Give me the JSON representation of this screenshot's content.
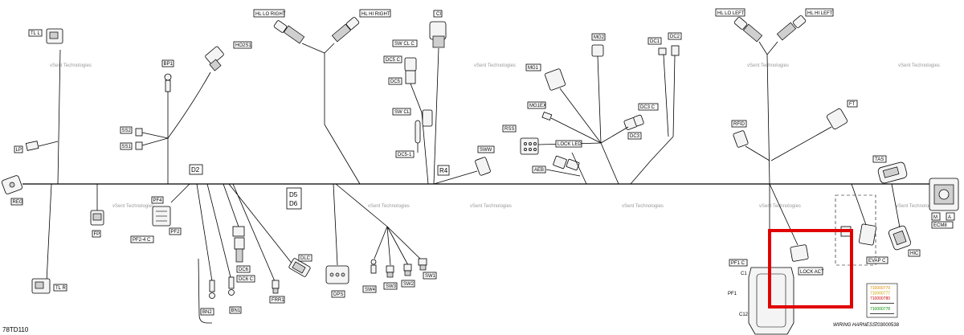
{
  "diagram_id": "78TD110",
  "wiring_harness": {
    "label": "WIRING HARNESS :",
    "part_number": "703000538"
  },
  "watermark": "vSent Technologies",
  "highlight_color": "#e10000",
  "labels": {
    "tl_l": "TL L",
    "tl_r": "TL R",
    "lp": "LP",
    "reg": "REG",
    "bp1": "BP1",
    "ho2s1": "HO2S1",
    "ss2": "SS2",
    "ss1": "SS1",
    "hl_lo_right": "HL LO RIGHT",
    "hl_hi_right": "HL HI RIGHT",
    "ci": "CI",
    "sw_cl_c": "SW CL C",
    "dc5_c": "DC5 C",
    "dc5": "DC5",
    "sw_cl": "SW CL",
    "dc5_1": "DC5-1",
    "r4": "R4",
    "sww": "SWW",
    "mg2": "MG2",
    "mg1": "MG1",
    "mg1ex": "MG1EX",
    "rss": "RSS",
    "lock_led": "LOCK LED",
    "aeb": "AEB",
    "dc1": "DC1",
    "dc2": "DC2",
    "dc3_c": "DC3 C",
    "dc3": "DC3",
    "hl_lo_left": "HL LO LEFT",
    "hl_hi_left": "HL HI LEFT",
    "ft": "FT",
    "rfid": "RFID",
    "tas": "TAS",
    "m": "M",
    "a": "A",
    "ecm8": "ECM8",
    "d2": "D2",
    "d5": "D5",
    "d6": "D6",
    "pf4": "PF4",
    "pf2_4_c": "PF2-4 C",
    "pf2": "PF2",
    "fp": "FP",
    "bn2": "BN2",
    "bn1": "BN1",
    "dc6": "DC6",
    "dc6_c": "DC6 C",
    "dlc": "DLC",
    "frr1": "FRR1",
    "dps": "DPS",
    "sw4": "SW4",
    "sw3": "SW3",
    "sw2": "SW2",
    "sw1": "SW1",
    "pf1_c": "PF1 C",
    "pf1": "PF1",
    "c1": "C1",
    "c12": "C12",
    "lock_act": "LOCK ACT",
    "evap_c": "EVAP C",
    "hic": "HIC"
  },
  "legend_codes": [
    {
      "text": "710000779",
      "color": "#e08a00"
    },
    {
      "text": "710000777",
      "color": "#c8a000"
    },
    {
      "text": "710000780",
      "color": "#d00000"
    },
    {
      "text": "",
      "color": "#000000"
    },
    {
      "text": "710000778",
      "color": "#008a00"
    },
    {
      "text": "",
      "color": "#000000"
    }
  ]
}
